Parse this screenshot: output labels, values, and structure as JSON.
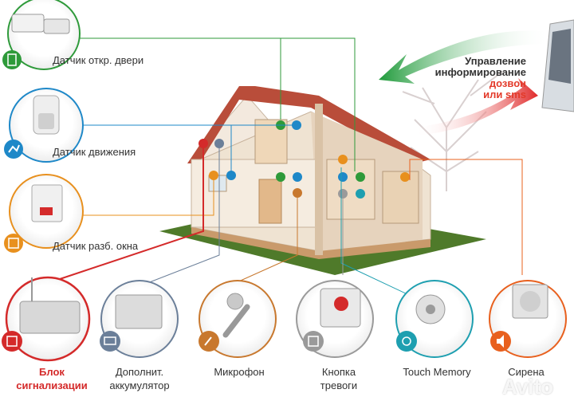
{
  "sensors_left": [
    {
      "label": "Датчик откр. двери",
      "icon": "door-icon",
      "color": "#2e9a3a"
    },
    {
      "label": "Датчик движения",
      "icon": "running-man-icon",
      "color": "#1e88c8"
    },
    {
      "label": "Датчик разб. окна",
      "icon": "window-icon",
      "color": "#e8901e"
    }
  ],
  "devices_bottom": [
    {
      "line1": "Блок",
      "line2": "сигнализации",
      "icon": "control-panel-icon",
      "color": "#d42a2a"
    },
    {
      "line1": "Дополнит.",
      "line2": "аккумулятор",
      "icon": "battery-icon",
      "color": "#6b7f99"
    },
    {
      "line1": "Микрофон",
      "line2": "",
      "icon": "microphone-icon",
      "color": "#c8782e"
    },
    {
      "line1": "Кнопка",
      "line2": "тревоги",
      "icon": "panic-button-icon",
      "color": "#9a9a9a"
    },
    {
      "line1": "Touch Memory",
      "line2": "",
      "icon": "touch-memory-icon",
      "color": "#1e9fb0"
    },
    {
      "line1": "Сирена",
      "line2": "",
      "icon": "siren-icon",
      "color": "#e8601e"
    }
  ],
  "management": {
    "line1": "Управление",
    "line2": "информирование",
    "line3": "дозвон",
    "line4": "или sms"
  },
  "watermark": "Avito"
}
